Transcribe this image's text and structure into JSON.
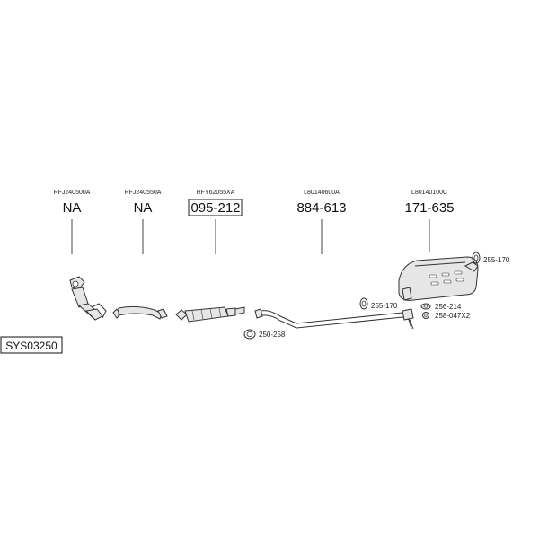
{
  "system_code": "SYS03250",
  "parts": [
    {
      "ref": "RFJ240500A",
      "code": "NA",
      "boxed": false
    },
    {
      "ref": "RFJ240550A",
      "code": "NA",
      "boxed": false
    },
    {
      "ref": "RFY62055XA",
      "code": "095-212",
      "boxed": true
    },
    {
      "ref": "L80140600A",
      "code": "884-613",
      "boxed": false
    },
    {
      "ref": "L80140100C",
      "code": "171-635",
      "boxed": false
    }
  ],
  "accessories": [
    {
      "label": "250-258",
      "icon": "clamp-icon"
    },
    {
      "label": "255-170",
      "icon": "rubber-mount-icon"
    },
    {
      "label": "255-170",
      "icon": "rubber-mount-icon"
    },
    {
      "label": "256-214",
      "icon": "gasket-icon"
    },
    {
      "label": "258-047X2",
      "icon": "nut-icon"
    }
  ]
}
